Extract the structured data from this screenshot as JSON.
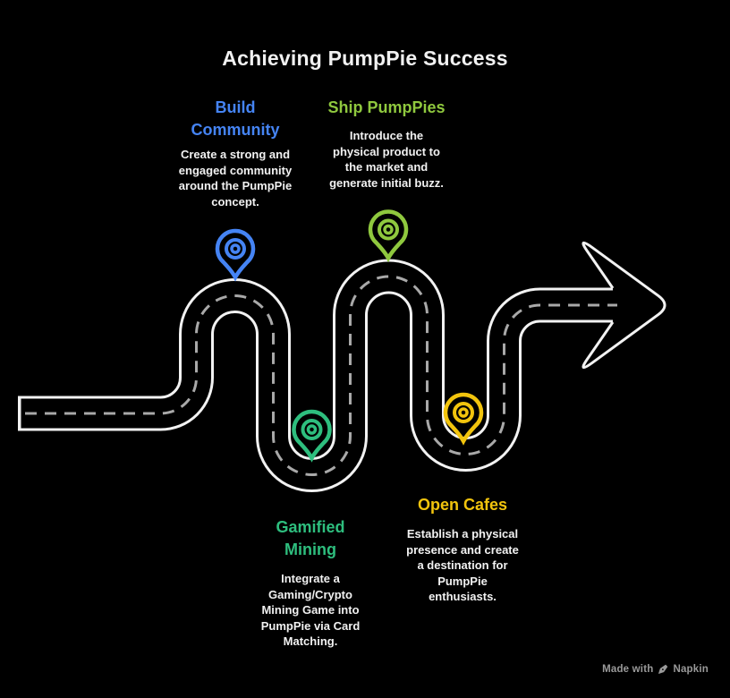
{
  "title": "Achieving PumpPie Success",
  "colors": {
    "background": "#000000",
    "road": "#F2F2F2",
    "dash": "#A9A9A9",
    "text": "#F1F1F1"
  },
  "milestones": [
    {
      "id": "build-community",
      "title": "Build\nCommunity",
      "description": "Create a strong and\nengaged community\naround the PumpPie\nconcept.",
      "color": "#4584F4"
    },
    {
      "id": "ship-pumppies",
      "title": "Ship PumpPies",
      "description": "Introduce the\nphysical product to\nthe market and\ngenerate initial buzz.",
      "color": "#8FC83E"
    },
    {
      "id": "gamified-mining",
      "title": "Gamified\nMining",
      "description": "Integrate a\nGaming/Crypto\nMining Game into\nPumpPie via Card\nMatching.",
      "color": "#2EBE7E"
    },
    {
      "id": "open-cafes",
      "title": "Open Cafes",
      "description": "Establish a physical\npresence and create\na destination for\nPumpPie\nenthusiasts.",
      "color": "#F2C40D"
    }
  ],
  "attribution": {
    "prefix": "Made with",
    "brand": "Napkin",
    "icon": "pen-icon"
  }
}
